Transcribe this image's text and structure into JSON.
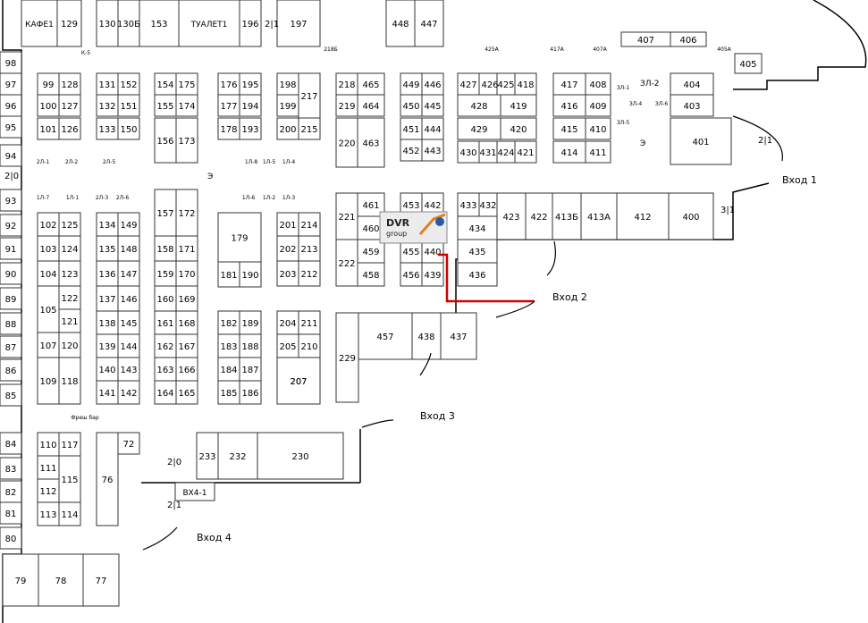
{
  "map": {
    "stalls": [
      [
        "КАФЕ1",
        "top"
      ],
      [
        "129",
        "top"
      ],
      [
        "130",
        "top"
      ],
      [
        "130Б",
        "top"
      ],
      [
        "153",
        "top"
      ],
      [
        "ТУАЛЕТ1",
        "top"
      ],
      [
        "196",
        "top"
      ],
      [
        "197",
        "top"
      ],
      [
        "448",
        "top"
      ],
      [
        "447",
        "top"
      ],
      [
        "407",
        "top"
      ],
      [
        "406",
        "top"
      ],
      [
        "405",
        "top"
      ],
      [
        "98",
        "left"
      ],
      [
        "97",
        "left"
      ],
      [
        "96",
        "left"
      ],
      [
        "95",
        "left"
      ],
      [
        "94",
        "left"
      ],
      [
        "93",
        "left"
      ],
      [
        "92",
        "left"
      ],
      [
        "91",
        "left"
      ],
      [
        "90",
        "left"
      ],
      [
        "89",
        "left"
      ],
      [
        "88",
        "left"
      ],
      [
        "87",
        "left"
      ],
      [
        "86",
        "left"
      ],
      [
        "85",
        "left"
      ],
      [
        "84",
        "left"
      ],
      [
        "83",
        "left"
      ],
      [
        "82",
        "left"
      ],
      [
        "81",
        "left"
      ],
      [
        "80",
        "left"
      ],
      [
        "79",
        "bottom"
      ],
      [
        "78",
        "bottom"
      ],
      [
        "77",
        "bottom"
      ],
      [
        "99",
        "block"
      ],
      [
        "128",
        "block"
      ],
      [
        "100",
        "block"
      ],
      [
        "127",
        "block"
      ],
      [
        "101",
        "block"
      ],
      [
        "126",
        "block"
      ],
      [
        "131",
        "block"
      ],
      [
        "152",
        "block"
      ],
      [
        "132",
        "block"
      ],
      [
        "151",
        "block"
      ],
      [
        "133",
        "block"
      ],
      [
        "150",
        "block"
      ],
      [
        "154",
        "block"
      ],
      [
        "175",
        "block"
      ],
      [
        "155",
        "block"
      ],
      [
        "174",
        "block"
      ],
      [
        "156",
        "block"
      ],
      [
        "173",
        "block"
      ],
      [
        "176",
        "block"
      ],
      [
        "195",
        "block"
      ],
      [
        "177",
        "block"
      ],
      [
        "194",
        "block"
      ],
      [
        "178",
        "block"
      ],
      [
        "193",
        "block"
      ],
      [
        "198",
        "block"
      ],
      [
        "217",
        "block"
      ],
      [
        "199",
        "block"
      ],
      [
        "200",
        "block"
      ],
      [
        "215",
        "block"
      ],
      [
        "218",
        "block"
      ],
      [
        "465",
        "block"
      ],
      [
        "219",
        "block"
      ],
      [
        "464",
        "block"
      ],
      [
        "220",
        "block"
      ],
      [
        "463",
        "block"
      ],
      [
        "449",
        "block"
      ],
      [
        "446",
        "block"
      ],
      [
        "450",
        "block"
      ],
      [
        "445",
        "block"
      ],
      [
        "451",
        "block"
      ],
      [
        "444",
        "block"
      ],
      [
        "452",
        "block"
      ],
      [
        "443",
        "block"
      ],
      [
        "427",
        "block"
      ],
      [
        "426",
        "block"
      ],
      [
        "425",
        "block"
      ],
      [
        "418",
        "block"
      ],
      [
        "428",
        "block"
      ],
      [
        "419",
        "block"
      ],
      [
        "429",
        "block"
      ],
      [
        "420",
        "block"
      ],
      [
        "430",
        "block"
      ],
      [
        "431",
        "block"
      ],
      [
        "424",
        "block"
      ],
      [
        "421",
        "block"
      ],
      [
        "417",
        "block"
      ],
      [
        "408",
        "block"
      ],
      [
        "416",
        "block"
      ],
      [
        "409",
        "block"
      ],
      [
        "415",
        "block"
      ],
      [
        "410",
        "block"
      ],
      [
        "414",
        "block"
      ],
      [
        "411",
        "block"
      ],
      [
        "404",
        "block"
      ],
      [
        "403",
        "block"
      ],
      [
        "401",
        "block"
      ],
      [
        "102",
        "block"
      ],
      [
        "125",
        "block"
      ],
      [
        "103",
        "block"
      ],
      [
        "124",
        "block"
      ],
      [
        "104",
        "block"
      ],
      [
        "123",
        "block"
      ],
      [
        "105",
        "block"
      ],
      [
        "122",
        "block"
      ],
      [
        "121",
        "block"
      ],
      [
        "107",
        "block"
      ],
      [
        "120",
        "block"
      ],
      [
        "109",
        "block"
      ],
      [
        "118",
        "block"
      ],
      [
        "134",
        "block"
      ],
      [
        "149",
        "block"
      ],
      [
        "135",
        "block"
      ],
      [
        "148",
        "block"
      ],
      [
        "136",
        "block"
      ],
      [
        "147",
        "block"
      ],
      [
        "137",
        "block"
      ],
      [
        "146",
        "block"
      ],
      [
        "138",
        "block"
      ],
      [
        "145",
        "block"
      ],
      [
        "139",
        "block"
      ],
      [
        "144",
        "block"
      ],
      [
        "140",
        "block"
      ],
      [
        "143",
        "block"
      ],
      [
        "141",
        "block"
      ],
      [
        "142",
        "block"
      ],
      [
        "157",
        "block"
      ],
      [
        "172",
        "block"
      ],
      [
        "158",
        "block"
      ],
      [
        "171",
        "block"
      ],
      [
        "159",
        "block"
      ],
      [
        "170",
        "block"
      ],
      [
        "160",
        "block"
      ],
      [
        "169",
        "block"
      ],
      [
        "161",
        "block"
      ],
      [
        "168",
        "block"
      ],
      [
        "162",
        "block"
      ],
      [
        "167",
        "block"
      ],
      [
        "163",
        "block"
      ],
      [
        "166",
        "block"
      ],
      [
        "164",
        "block"
      ],
      [
        "165",
        "block"
      ],
      [
        "179",
        "block"
      ],
      [
        "181",
        "block"
      ],
      [
        "190",
        "block"
      ],
      [
        "182",
        "block"
      ],
      [
        "189",
        "block"
      ],
      [
        "183",
        "block"
      ],
      [
        "188",
        "block"
      ],
      [
        "184",
        "block"
      ],
      [
        "187",
        "block"
      ],
      [
        "185",
        "block"
      ],
      [
        "186",
        "block"
      ],
      [
        "201",
        "block"
      ],
      [
        "214",
        "block"
      ],
      [
        "202",
        "block"
      ],
      [
        "213",
        "block"
      ],
      [
        "203",
        "block"
      ],
      [
        "212",
        "block"
      ],
      [
        "204",
        "block"
      ],
      [
        "211",
        "block"
      ],
      [
        "205",
        "block"
      ],
      [
        "210",
        "block"
      ],
      [
        "207",
        "block"
      ],
      [
        "221",
        "block"
      ],
      [
        "461",
        "block"
      ],
      [
        "460",
        "block"
      ],
      [
        "222",
        "block"
      ],
      [
        "459",
        "block"
      ],
      [
        "458",
        "block"
      ],
      [
        "453",
        "block"
      ],
      [
        "442",
        "block"
      ],
      [
        "455",
        "block"
      ],
      [
        "440",
        "block"
      ],
      [
        "456",
        "block"
      ],
      [
        "439",
        "block"
      ],
      [
        "433",
        "block"
      ],
      [
        "432",
        "block"
      ],
      [
        "434",
        "block"
      ],
      [
        "435",
        "block"
      ],
      [
        "436",
        "block"
      ],
      [
        "423",
        "block"
      ],
      [
        "422",
        "block"
      ],
      [
        "413Б",
        "block"
      ],
      [
        "413А",
        "block"
      ],
      [
        "412",
        "block"
      ],
      [
        "400",
        "block"
      ],
      [
        "229",
        "block"
      ],
      [
        "457",
        "block"
      ],
      [
        "438",
        "block"
      ],
      [
        "437",
        "block"
      ],
      [
        "110",
        "block"
      ],
      [
        "117",
        "block"
      ],
      [
        "111",
        "block"
      ],
      [
        "115",
        "block"
      ],
      [
        "112",
        "block"
      ],
      [
        "113",
        "block"
      ],
      [
        "114",
        "block"
      ],
      [
        "76",
        "block"
      ],
      [
        "72",
        "block"
      ],
      [
        "233",
        "block"
      ],
      [
        "232",
        "block"
      ],
      [
        "230",
        "block"
      ],
      [
        "ВХ4-1",
        "block"
      ],
      [
        "207",
        "block"
      ]
    ],
    "small_labels": [
      "218Б",
      "425А",
      "417А",
      "407А",
      "405А",
      "К-5",
      "2Л-1",
      "2Л-2",
      "2Л-5",
      "1Л-8",
      "1Л-4",
      "1Л-5",
      "1Л-7",
      "1Л-1",
      "2Л-3",
      "2Л-6",
      "1Л-6",
      "1Л-2",
      "1Л-3",
      "ЗЛ-1",
      "ЗЛ-4",
      "ЗЛ-5",
      "ЗЛ-6",
      "Фреш бар"
    ],
    "entrances": {
      "in1": "Вход 1",
      "in2": "Вход 2",
      "in3": "Вход 3",
      "in4": "Вход 4"
    },
    "side_labels": [
      "ЗЛ-2",
      "Э",
      "Э"
    ],
    "stair_marks": [
      "2|1",
      "3|1",
      "2|0",
      "2|1",
      "2|0",
      "2|1"
    ],
    "logo": {
      "text1": "DVR",
      "text2": "group"
    },
    "colors": {
      "wall": "#000000",
      "route": "#d00000",
      "stall_fill": "#ffffff",
      "grid": "#333333"
    }
  }
}
